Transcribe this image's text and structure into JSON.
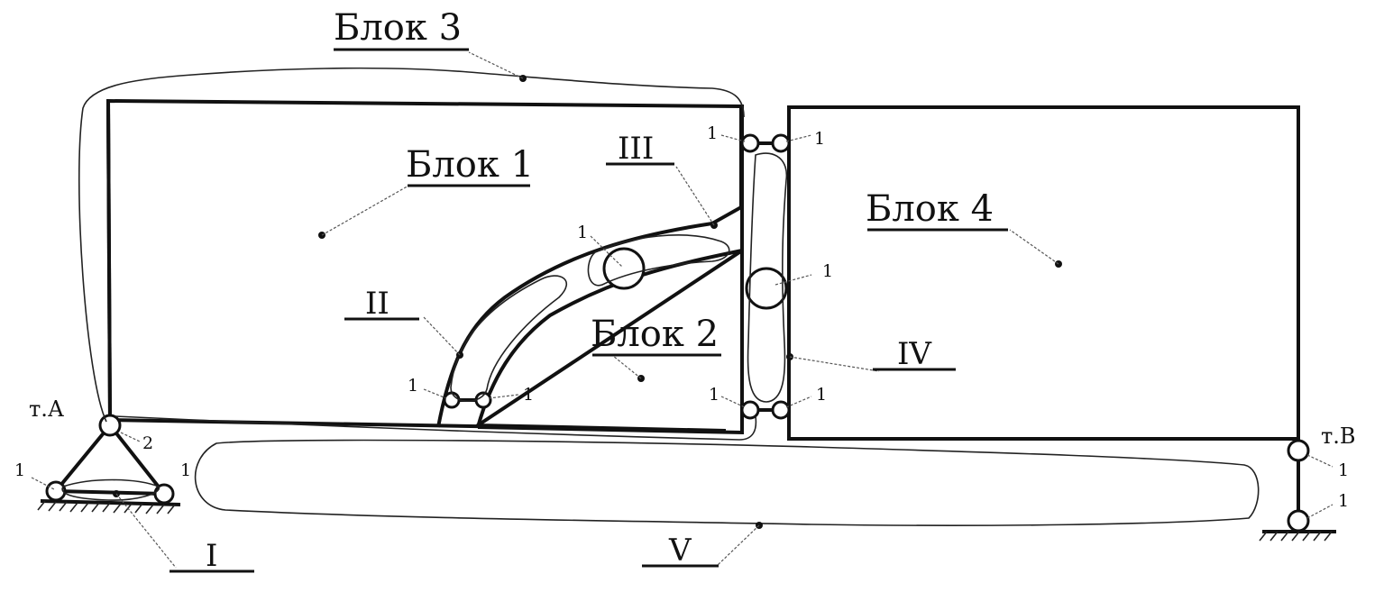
{
  "labels": {
    "block1": "Блок 1",
    "block2": "Блок 2",
    "block3": "Блок 3",
    "block4": "Блок 4",
    "roman_I": "I",
    "roman_II": "II",
    "roman_III": "III",
    "roman_IV": "IV",
    "roman_V": "V",
    "point_A": "т.А",
    "point_B": "т.В",
    "hinge_mark": "1",
    "hinge_mark_2": "2"
  },
  "colors": {
    "ink": "#111111",
    "background": "#ffffff"
  }
}
